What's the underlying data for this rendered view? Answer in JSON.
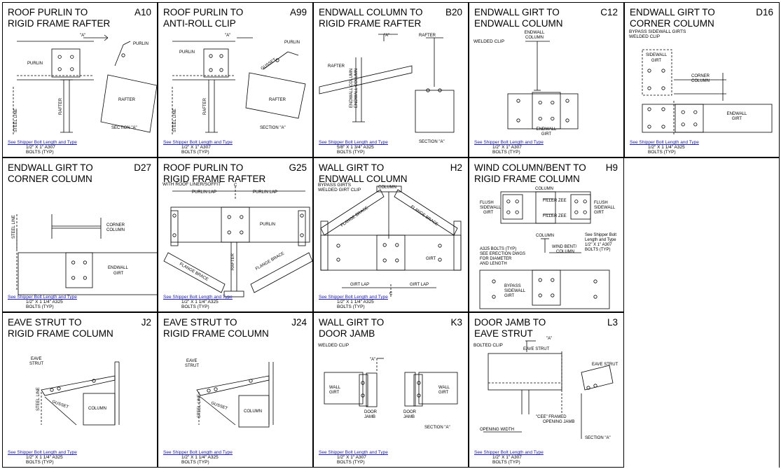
{
  "details": [
    {
      "title": "ROOF PURLIN TO\nRIGID FRAME RAFTER",
      "code": "A10",
      "subtitle": "",
      "link": "See Shipper Bolt Length and Type",
      "bolt1": "1/2\" X 1\" A307",
      "bolt2": "BOLTS (TYP)",
      "labels": [
        "\"A\"",
        "PURLIN",
        "PURLIN",
        "RAFTER",
        "STEEL LINE",
        "RAFTER",
        "SECTION \"A\""
      ]
    },
    {
      "title": "ROOF PURLIN TO\nANTI-ROLL CLIP",
      "code": "A99",
      "subtitle": "",
      "link": "See Shipper Bolt Length and Type",
      "bolt1": "1/2\" X 1\" A307",
      "bolt2": "BOLTS (TYP)",
      "labels": [
        "\"A\"",
        "PURLIN",
        "PURLIN",
        "GUSSET",
        "RAFTER",
        "STEEL LINE",
        "RAFTER",
        "SECTION \"A\""
      ]
    },
    {
      "title": "ENDWALL COLUMN TO\nRIGID FRAME RAFTER",
      "code": "B20",
      "subtitle": "",
      "link": "See Shipper Bolt Length and Type",
      "bolt1": "5/8\" X 1 3/4\" A325",
      "bolt2": "BOLTS (TYP)",
      "labels": [
        "\"A\"",
        "RAFTER",
        "RAFTER",
        "ENDWALL COLUMN",
        "ENDWALL COLUMN",
        "SECTION \"A\""
      ]
    },
    {
      "title": "ENDWALL GIRT TO\nENDWALL COLUMN",
      "code": "C12",
      "subtitle": "WELDED CLIP",
      "link": "See Shipper Bolt Length and Type",
      "bolt1": "1/2\" X 1\" A307",
      "bolt2": "BOLTS (TYP)",
      "labels": [
        "ENDWALL",
        "COLUMN",
        "ENDWALL",
        "GIRT"
      ]
    },
    {
      "title": "ENDWALL GIRT TO\nCORNER COLUMN",
      "code": "D16",
      "subtitle": "BYPASS SIDEWALL GIRTS\nWELDED CLIP",
      "link": "See Shipper Bolt Length and Type",
      "bolt1": "1/2\" X 1 1/4\" A325",
      "bolt2": "BOLTS (TYP)",
      "labels": [
        "SIDEWALL",
        "GIRT",
        "CORNER",
        "COLUMN",
        "ENDWALL",
        "GIRT"
      ]
    },
    {
      "title": "ENDWALL GIRT TO\nCORNER COLUMN",
      "code": "D27",
      "subtitle": "",
      "link": "See Shipper Bolt Length and Type",
      "bolt1": "1/2\" X 1 1/4\" A325",
      "bolt2": "BOLTS (TYP)",
      "labels": [
        "STEEL LINE",
        "CORNER",
        "COLUMN",
        "ENDWALL",
        "GIRT"
      ]
    },
    {
      "title": "ROOF PURLIN TO\nRIGID FRAME RAFTER",
      "code": "G25",
      "subtitle": "WITH ROOF LINER/SOFFIT",
      "link": "See Shipper Bolt Length and Type",
      "bolt1": "1/2\" X 1 1/4\" A325",
      "bolt2": "BOLTS (TYP)",
      "labels": [
        "PURLIN LAP",
        "PURLIN LAP",
        "C",
        "PURLIN",
        "RAFTER",
        "FLANGE BRACE",
        "FLANGE BRACE"
      ]
    },
    {
      "title": "WALL GIRT TO\nENDWALL COLUMN",
      "code": "H2",
      "subtitle": "BYPASS GIRTS\nWELDED GIRT CLIP",
      "link": "See Shipper Bolt Length and Type",
      "bolt1": "1/2\" X 1 1/4\" A325",
      "bolt2": "BOLTS (TYP)",
      "labels": [
        "COLUMN",
        "FLANGE BRACE",
        "FLANGE BRACE",
        "GIRT",
        "GIRT LAP",
        "GIRT LAP",
        "C"
      ]
    },
    {
      "title": "WIND COLUMN/BENT TO\nRIGID FRAME COLUMN",
      "code": "H9",
      "subtitle": "",
      "link": "",
      "bolt1": "",
      "bolt2": "",
      "labels": [
        "COLUMN",
        "FLUSH",
        "SIDEWALL",
        "GIRT",
        "FILLER ZEE",
        "FILLER ZEE",
        "FLUSH",
        "SIDEWALL",
        "GIRT",
        "COLUMN",
        "See Shipper Bolt",
        "Length and Type",
        "1/2\" X 1\" A307",
        "BOLTS (TYP)",
        "A325 BOLTS (TYP)",
        "SEE ERECTION DWGS",
        "FOR DIAMETER",
        "AND LENGTH",
        "WIND BENT/",
        "COLUMN",
        "BYPASS",
        "SIDEWALL",
        "GIRT"
      ]
    },
    {
      "title": "EAVE STRUT TO\nRIGID FRAME COLUMN",
      "code": "J2",
      "subtitle": "",
      "link": "See Shipper Bolt Length and Type",
      "bolt1": "1/2\" X 1 1/4\" A325",
      "bolt2": "BOLTS (TYP)",
      "labels": [
        "EAVE",
        "STRUT",
        "STEEL LINE",
        "GUSSET",
        "COLUMN"
      ]
    },
    {
      "title": "EAVE STRUT TO\nRIGID FRAME COLUMN",
      "code": "J24",
      "subtitle": "",
      "link": "See Shipper Bolt Length and Type",
      "bolt1": "1/2\" X 1 1/4\" A325",
      "bolt2": "BOLTS (TYP)",
      "labels": [
        "EAVE",
        "STRUT",
        "STEEL LINE",
        "GUSSET",
        "COLUMN"
      ]
    },
    {
      "title": "WALL GIRT TO\nDOOR JAMB",
      "code": "K3",
      "subtitle": "WELDED CLIP",
      "link": "See Shipper Bolt Length and Type",
      "bolt1": "1/2\" X 1\" A307",
      "bolt2": "BOLTS (TYP)",
      "labels": [
        "\"A\"",
        "WALL",
        "GIRT",
        "DOOR",
        "JAMB",
        "DOOR",
        "JAMB",
        "WALL",
        "GIRT",
        "SECTION \"A\""
      ]
    },
    {
      "title": "DOOR JAMB TO\nEAVE STRUT",
      "code": "L3",
      "subtitle": "BOLTED CLIP",
      "link": "See Shipper Bolt Length and Type",
      "bolt1": "1/2\" X 1\" A307",
      "bolt2": "BOLTS (TYP)",
      "labels": [
        "\"A\"",
        "EAVE STRUT",
        "EAVE STRUT",
        "\"CEE\" FRAMED",
        "OPENING JAMB",
        "OPENING WIDTH",
        "SECTION \"A\""
      ]
    }
  ]
}
